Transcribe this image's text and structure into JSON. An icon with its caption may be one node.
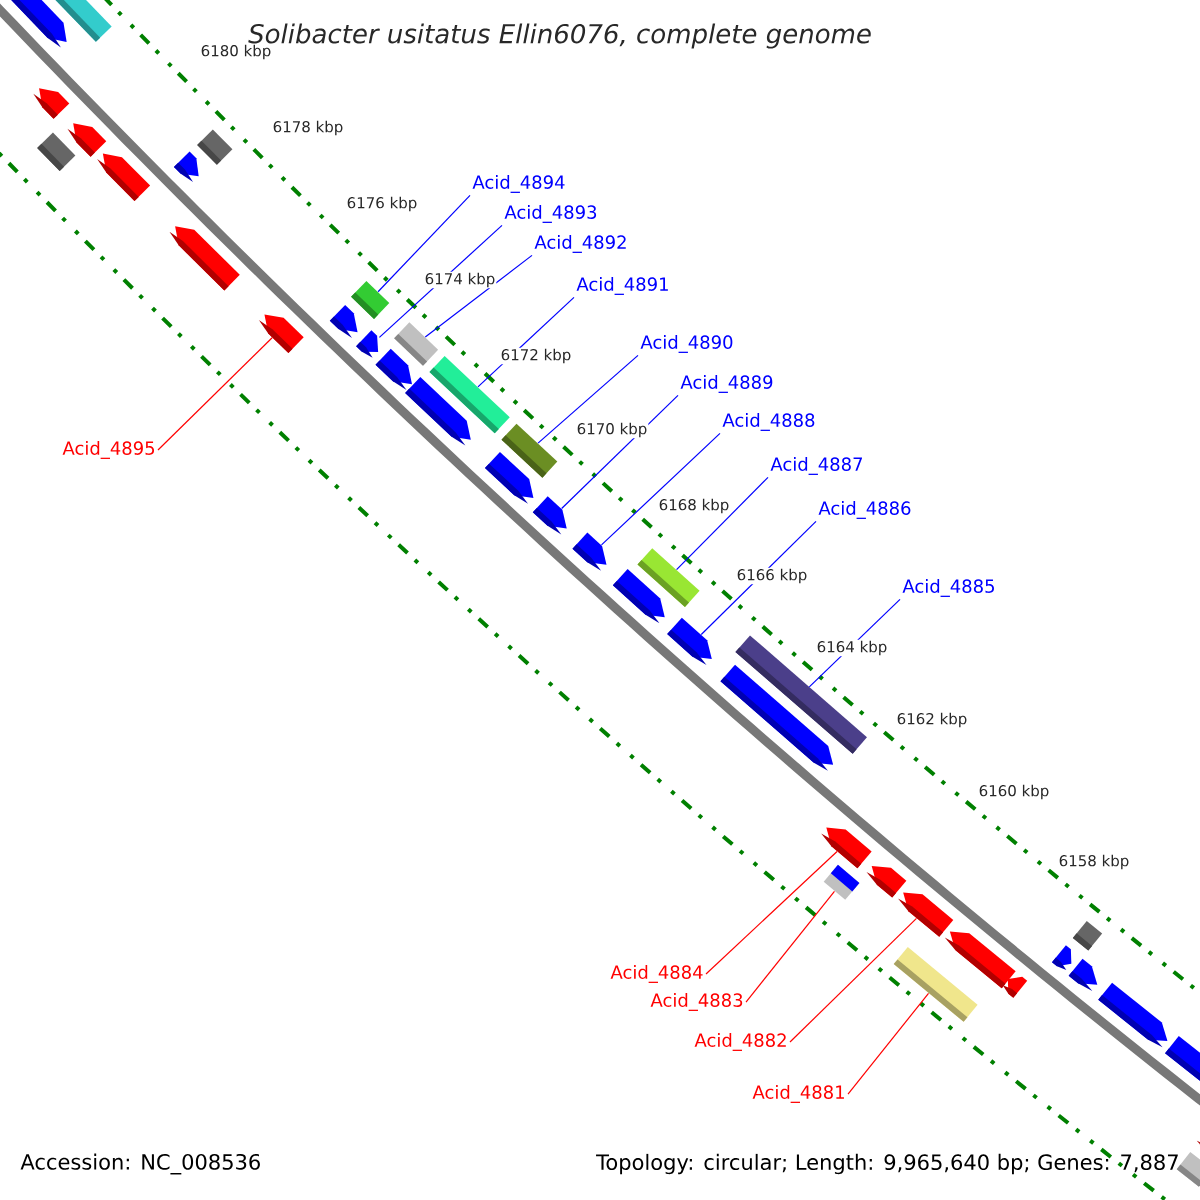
{
  "diagram": {
    "title": "Solibacter usitatus Ellin6076, complete genome",
    "nodes": [
      {
        "text": [
          "Acid_4894"
        ]
      },
      {
        "text": [
          "Acid_4893"
        ]
      },
      {
        "text": [
          "Acid_4892"
        ]
      },
      {
        "text": [
          "Acid_4891"
        ]
      },
      {
        "text": [
          "Acid_4890"
        ]
      },
      {
        "text": [
          "Acid_4889"
        ]
      },
      {
        "text": [
          "Acid_4888"
        ]
      },
      {
        "text": [
          "Acid_4895"
        ]
      },
      {
        "text": [
          "Acid_4887"
        ]
      },
      {
        "text": [
          "Acid_4886"
        ]
      },
      {
        "text": [
          "Acid_4885"
        ]
      },
      {
        "text": [
          "Acid_4884"
        ]
      },
      {
        "text": [
          "Acid_4883"
        ]
      },
      {
        "text": [
          "Acid_4882"
        ]
      },
      {
        "text": [
          "Acid_4881"
        ]
      },
      {
        "text": [],
        "shape": "arrow"
      },
      {
        "text": [],
        "shape": "arrow"
      },
      {
        "text": [],
        "shape": "bar"
      },
      {
        "text": [],
        "shape": "bar"
      },
      {
        "text": [],
        "shape": "arrow"
      },
      {
        "text": [],
        "shape": "arrow"
      },
      {
        "text": [],
        "shape": "arrow"
      },
      {
        "text": [],
        "shape": "arrow"
      },
      {
        "text": [],
        "shape": "bar"
      },
      {
        "text": [],
        "shape": "arrow"
      },
      {
        "text": [],
        "shape": "arrow"
      },
      {
        "text": [],
        "shape": "arrow"
      },
      {
        "text": [],
        "shape": "bar"
      },
      {
        "text": [],
        "shape": "arrow"
      },
      {
        "text": [],
        "shape": "bar"
      },
      {
        "text": [],
        "shape": "arrow"
      },
      {
        "text": [],
        "shape": "bar"
      },
      {
        "text": [],
        "shape": "arrow"
      },
      {
        "text": [],
        "shape": "bar"
      },
      {
        "text": [],
        "shape": "arrow"
      },
      {
        "text": [],
        "shape": "arrow"
      },
      {
        "text": [],
        "shape": "arrow"
      },
      {
        "text": [],
        "shape": "bar"
      },
      {
        "text": [],
        "shape": "arrow"
      },
      {
        "text": [],
        "shape": "arrow"
      },
      {
        "text": [],
        "shape": "bar"
      },
      {
        "text": [],
        "shape": "bar"
      },
      {
        "text": [],
        "shape": "arrow"
      },
      {
        "text": [],
        "shape": "arrow"
      },
      {
        "text": [],
        "shape": "arrow"
      },
      {
        "text": [],
        "shape": "bar"
      },
      {
        "text": [],
        "shape": "arrow"
      },
      {
        "text": [],
        "shape": "arrow"
      },
      {
        "text": [],
        "shape": "arrow"
      },
      {
        "text": [],
        "shape": "arrow"
      },
      {
        "text": [],
        "shape": "bar"
      },
      {
        "text": [],
        "shape": "arrow"
      },
      {
        "text": [],
        "shape": "bar"
      },
      {
        "text": [],
        "shape": "arrow"
      },
      {
        "text": [],
        "shape": "arrow"
      }
    ],
    "edges": [
      {
        "from": 0,
        "to": 27,
        "arrow": "none"
      },
      {
        "from": 1,
        "to": 26,
        "arrow": "none"
      },
      {
        "from": 2,
        "to": 29,
        "arrow": "none"
      },
      {
        "from": 3,
        "to": 31,
        "arrow": "none"
      },
      {
        "from": 4,
        "to": 33,
        "arrow": "none"
      },
      {
        "from": 5,
        "to": 34,
        "arrow": "none"
      },
      {
        "from": 6,
        "to": 35,
        "arrow": "none"
      },
      {
        "from": 7,
        "to": 24,
        "arrow": "none",
        "color": "#ff0000"
      },
      {
        "from": 8,
        "to": 37,
        "arrow": "none"
      },
      {
        "from": 9,
        "to": 38,
        "arrow": "none"
      },
      {
        "from": 10,
        "to": 40,
        "arrow": "none"
      },
      {
        "from": 11,
        "to": 42,
        "arrow": "none",
        "color": "#ff0000"
      },
      {
        "from": 12,
        "to": 41,
        "arrow": "none",
        "color": "#ff0000"
      },
      {
        "from": 13,
        "to": 44,
        "arrow": "none",
        "color": "#ff0000"
      },
      {
        "from": 14,
        "to": 45,
        "arrow": "none",
        "color": "#ff0000"
      }
    ],
    "labels": [
      "6180 kbp",
      "6178 kbp",
      "6176 kbp",
      "6174 kbp",
      "6172 kbp",
      "6170 kbp",
      "6168 kbp",
      "6166 kbp",
      "6164 kbp",
      "6162 kbp",
      "6160 kbp",
      "6158 kbp",
      "Accession: NC_008536",
      "Topology: circular; Length: 9,965,640 bp; Genes: 7,887"
    ]
  }
}
